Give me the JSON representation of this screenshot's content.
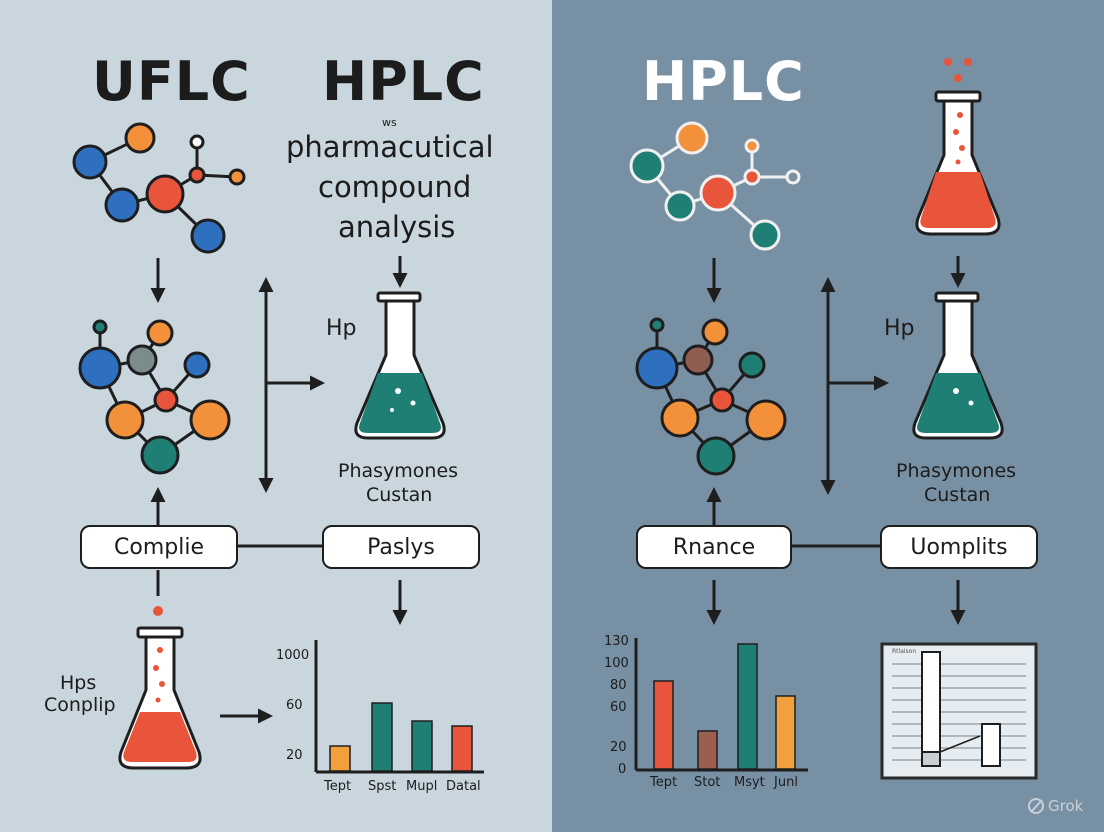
{
  "left": {
    "title_uflc": "UFLC",
    "title_hplc": "HPLC",
    "vs_label": "ws",
    "subtitle_line1": "pharmacutical",
    "subtitle_line2": "compound",
    "subtitle_line3": "analysis",
    "flask_label": "Hp",
    "caption_line1": "Phasymones",
    "caption_line2": "Custan",
    "box_left": "Complie",
    "box_right": "Paslys",
    "flask2_label_line1": "Hps",
    "flask2_label_line2": "Conplip",
    "chart": {
      "ytick_labels": [
        "1000",
        "60",
        "20"
      ],
      "categories": [
        "Tept",
        "Spst",
        "Mupl",
        "Datal"
      ]
    }
  },
  "right": {
    "title_hplc": "HPLC",
    "flask_label": "Hp",
    "caption_line1": "Phasymones",
    "caption_line2": "Custan",
    "box_left": "Rnance",
    "box_right": "Uomplits",
    "chart": {
      "ytick_labels": [
        "130",
        "100",
        "80",
        "60",
        "20",
        "0"
      ],
      "categories": [
        "Tept",
        "Stot",
        "Msyt",
        "Junl"
      ]
    },
    "document_header": "Rtlaison"
  },
  "watermark": "Grok",
  "chart_data": [
    {
      "type": "bar",
      "categories": [
        "Tept",
        "Spst",
        "Mupl",
        "Datal"
      ],
      "values": [
        25,
        68,
        50,
        45
      ],
      "ytick_labels": [
        "1000",
        "60",
        "20"
      ],
      "colors": [
        "#f2a03d",
        "#1f7f74",
        "#1f7f74",
        "#e8553a"
      ]
    },
    {
      "type": "bar",
      "categories": [
        "Tept",
        "Stot",
        "Msyt",
        "Junl"
      ],
      "values": [
        88,
        38,
        125,
        73
      ],
      "ylim": [
        0,
        130
      ],
      "yticks": [
        130,
        100,
        80,
        60,
        20,
        0
      ],
      "colors": [
        "#e8553a",
        "#9b5e50",
        "#1f7f74",
        "#f2a03d"
      ]
    }
  ],
  "colors": {
    "left_background": "#c9d6de",
    "right_background": "#7890a4",
    "blue_node": "#2e6fbf",
    "orange_node": "#f2913a",
    "red_node": "#e8553a",
    "teal_node": "#1f7f74",
    "gray_node": "#7c8c8c",
    "brown_node": "#8f5e50"
  }
}
